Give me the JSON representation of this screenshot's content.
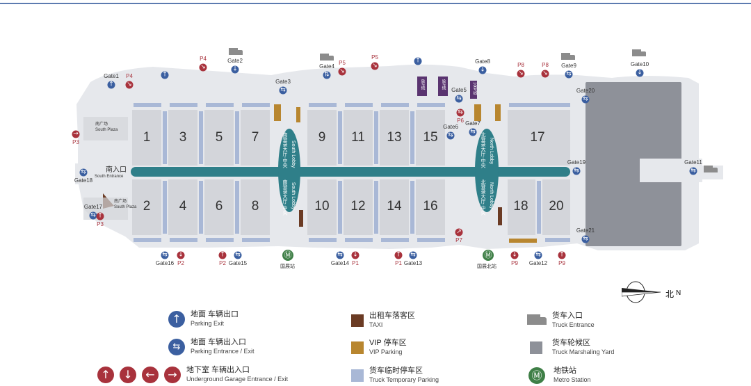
{
  "colors": {
    "top_line": "#5d7bb0",
    "site": "#e4e6ea",
    "hall": "#d3d5da",
    "truck_parking": "#a9b8d6",
    "corridor": "#2f7f89",
    "taxi": "#6b3b24",
    "vip": "#b8862f",
    "marshaling": "#8e9199",
    "blue_sign": "#3b5fa0",
    "red_sign": "#a8323c",
    "metro": "#3f7f47",
    "purple": "#5a3470"
  },
  "halls": [
    "1",
    "3",
    "5",
    "7",
    "9",
    "11",
    "13",
    "15",
    "17",
    "2",
    "4",
    "6",
    "8",
    "10",
    "12",
    "14",
    "16",
    "18",
    "20"
  ],
  "gates": [
    "Gate1",
    "Gate2",
    "Gate3",
    "Gate4",
    "Gate5",
    "Gate6",
    "Gate7",
    "Gate8",
    "Gate9",
    "Gate10",
    "Gate11",
    "Gate12",
    "Gate13",
    "Gate14",
    "Gate15",
    "Gate16",
    "Gate17",
    "Gate18",
    "Gate19",
    "Gate20",
    "Gate21"
  ],
  "parking": [
    "P1",
    "P1",
    "P2",
    "P2",
    "P3",
    "P3",
    "P4",
    "P4",
    "P5",
    "P5",
    "P6",
    "P7",
    "P8",
    "P8",
    "P9",
    "P9"
  ],
  "labels": {
    "south_entrance_cn": "南入口",
    "south_entrance_en": "South Entrance",
    "south_plaza_cn": "南广场",
    "south_plaza_en": "South Plaza",
    "south_lobby_cn": "南登录大厅·中央",
    "south_lobby_en": "South Lobby",
    "north_lobby_cn": "北登录大厅·中央",
    "north_lobby_en": "North Lobby",
    "metro_station_1": "国展站",
    "metro_station_2": "国展北站",
    "north_cn": "北",
    "north_en": "N",
    "bus_1": "8号线",
    "bus_2": "9号线",
    "bus_3": "10号线"
  },
  "legend": [
    {
      "cn": "地面 车辆出口",
      "en": "Parking Exit",
      "icon": "parking-exit-icon"
    },
    {
      "cn": "地面 车辆出入口",
      "en": "Parking Entrance / Exit",
      "icon": "parking-entrance-exit-icon"
    },
    {
      "cn": "地下室 车辆出入口",
      "en": "Underground Garage Entrance / Exit",
      "icon": "underground-garage-icons"
    },
    {
      "cn": "出租车落客区",
      "en": "TAXI",
      "icon": "taxi-swatch"
    },
    {
      "cn": "VIP 停车区",
      "en": "VIP Parking",
      "icon": "vip-swatch"
    },
    {
      "cn": "货车临时停车区",
      "en": "Truck Temporary Parking",
      "icon": "truck-parking-swatch"
    },
    {
      "cn": "货车入口",
      "en": "Truck Entrance",
      "icon": "truck-icon"
    },
    {
      "cn": "货车轮候区",
      "en": "Truck Marshaling Yard",
      "icon": "marshaling-swatch"
    },
    {
      "cn": "地铁站",
      "en": "Metro Station",
      "icon": "metro-icon"
    }
  ]
}
